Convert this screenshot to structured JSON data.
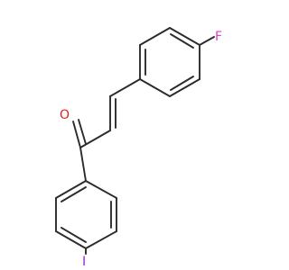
{
  "molecule": {
    "atoms": [
      {
        "id": "F",
        "label": "F",
        "color": "#e040c8"
      },
      {
        "id": "O",
        "label": "O",
        "color": "#e02020"
      },
      {
        "id": "I",
        "label": "I",
        "color": "#9b1fd6"
      }
    ]
  }
}
